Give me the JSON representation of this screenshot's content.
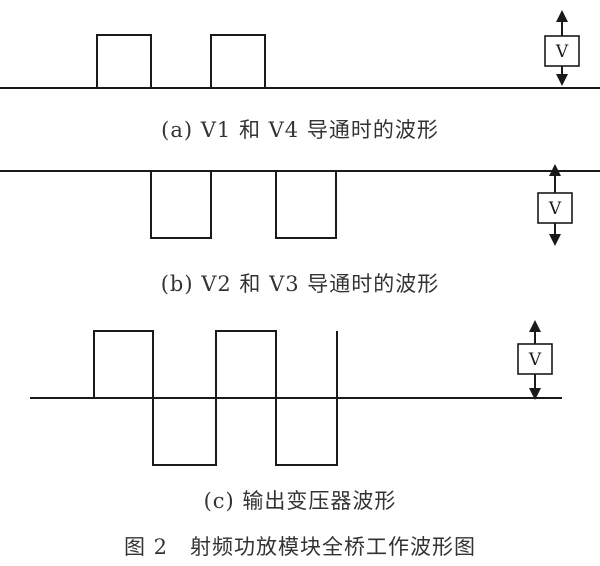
{
  "figure": {
    "title": "图 2　射频功放模块全桥工作波形图"
  },
  "panels": [
    {
      "id": "a",
      "caption": "(a) V1 和 V4 导通时的波形",
      "scale_label": "V",
      "pulse_polarity": "positive"
    },
    {
      "id": "b",
      "caption": "(b) V2 和 V3 导通时的波形",
      "scale_label": "V",
      "pulse_polarity": "negative"
    },
    {
      "id": "c",
      "caption": "(c) 输出变压器波形",
      "scale_label": "V",
      "pulse_polarity": "bipolar"
    }
  ]
}
